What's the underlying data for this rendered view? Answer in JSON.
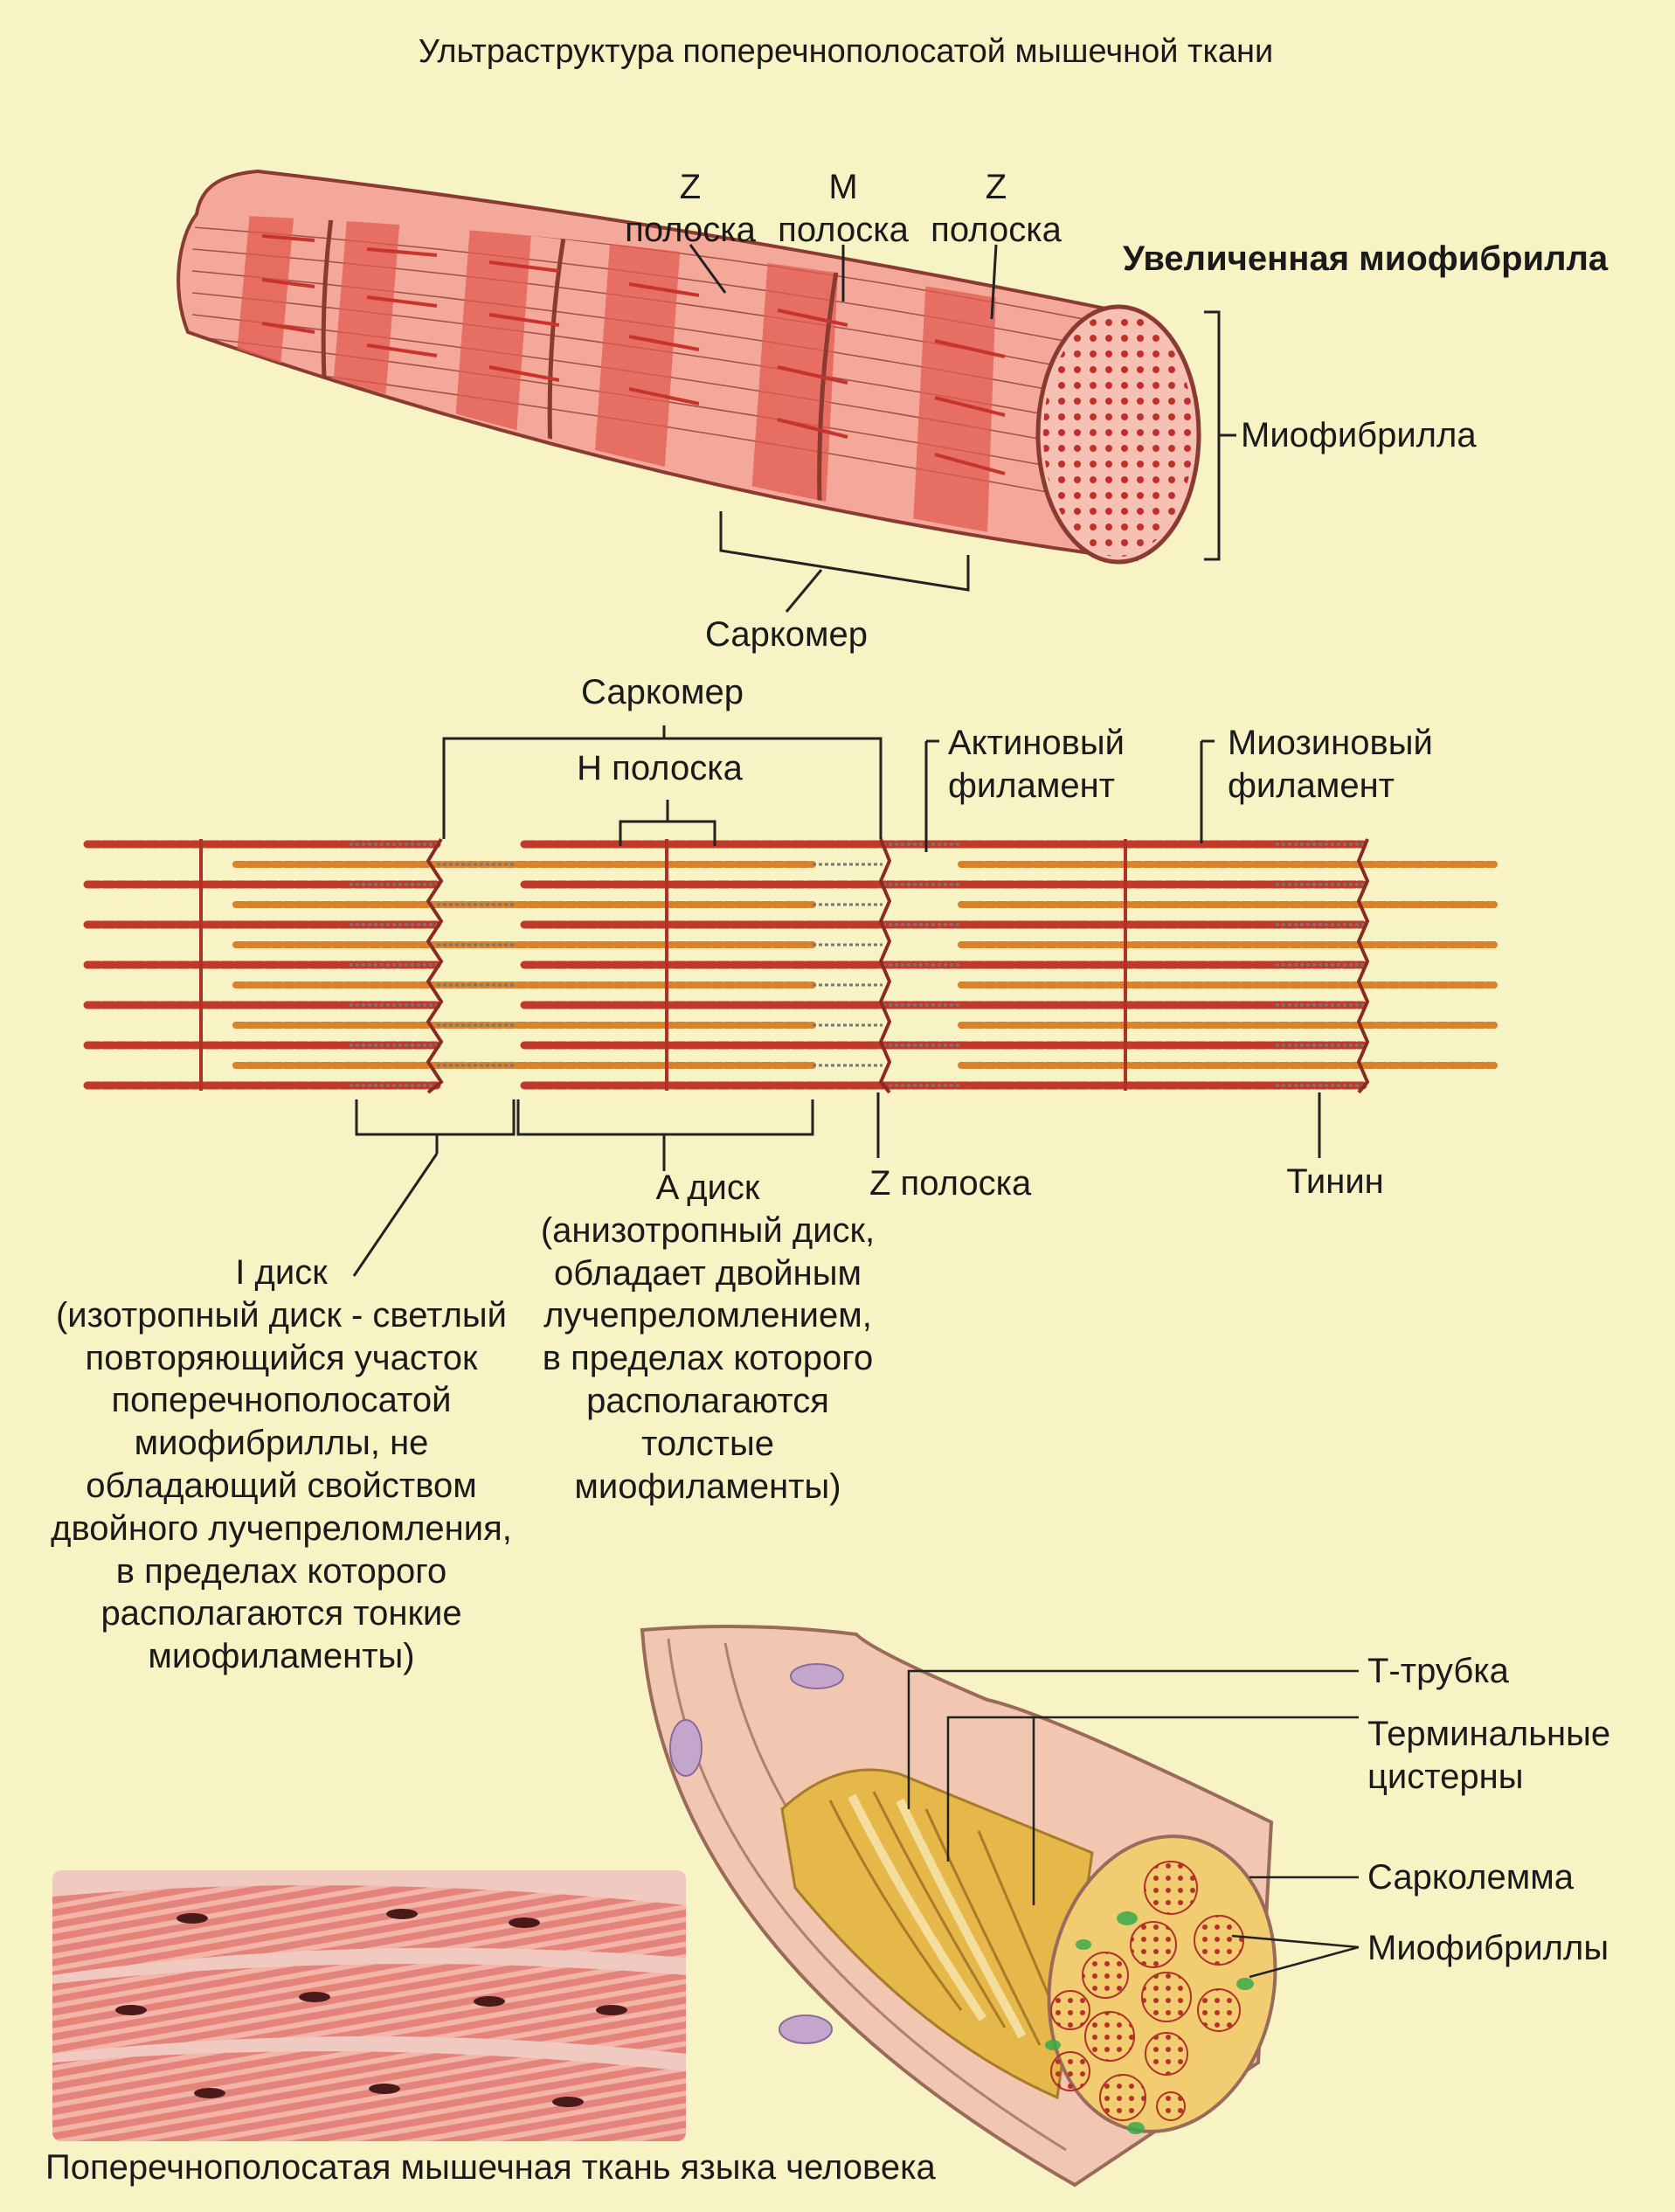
{
  "title": "Ультраструктура поперечнополосатой мышечной ткани",
  "top": {
    "heading": "Увеличенная миофибрилла",
    "z_left": "Z\nполоска",
    "m_band": "M\nполоска",
    "z_right": "Z\nполоска",
    "myofibril": "Миофибрилла",
    "sarcomere": "Саркомер"
  },
  "middle": {
    "sarcomere": "Саркомер",
    "h_band": "H полоска",
    "actin": "Актиновый\nфиламент",
    "myosin": "Миозиновый\nфиламент",
    "a_disc": "A диск\n(анизотропный диск,\nобладает двойным\nлучепреломлением,\nв пределах которого\nрасполагаются\nтолстые\nмиофиламенты)",
    "z_band": "Z полоска",
    "titin": "Тинин",
    "i_disc": "I диск\n(изотропный диск - светлый\nповторяющийся участок\nпоперечнополосатой\nмиофибриллы, не\nобладающий свойством\nдвойного лучепреломления,\nв пределах которого\nрасполагаются тонкие\nмиофиламенты)"
  },
  "bottom": {
    "t_tubule": "Т-трубка",
    "terminal_cisterns": "Терминальные\nцистерны",
    "sarcolemma": "Сарколемма",
    "myofibrils": "Миофибриллы",
    "photo_caption": "Поперечнополосатая мышечная ткань языка человека"
  },
  "colors": {
    "background": "#f7f3c4",
    "actin": "#c0392b",
    "myosin": "#d9822b",
    "myofibril_fill": "#f4a89a",
    "myofibril_band": "#d9443a",
    "cross_section": "#e85a50",
    "reticulum": "#e6b84a",
    "mitochondria": "#3aa84a"
  }
}
